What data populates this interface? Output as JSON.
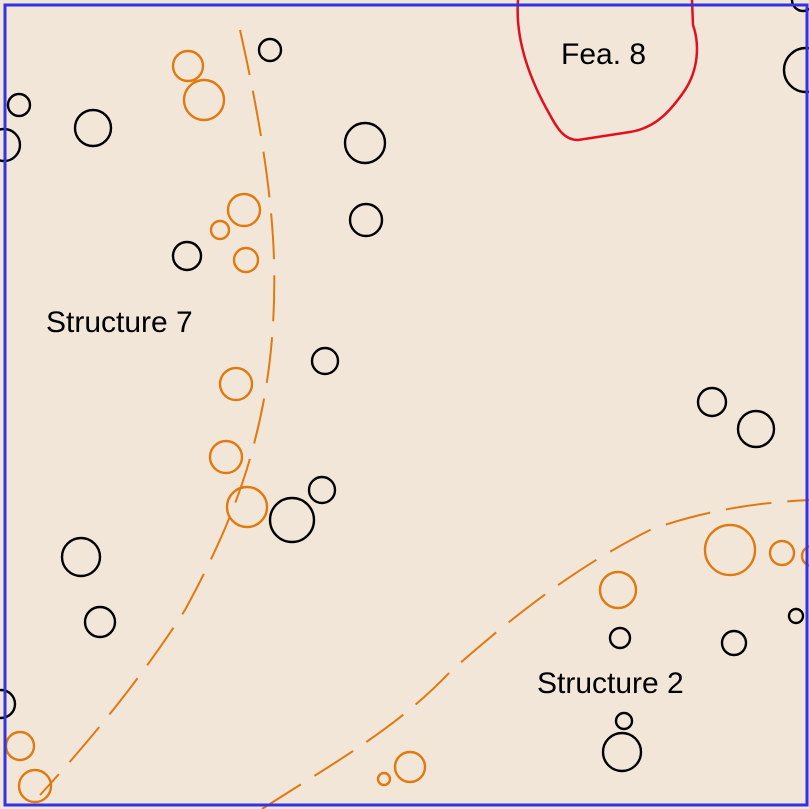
{
  "map": {
    "labels": {
      "structure_7": "Structure 7",
      "structure_2": "Structure 2",
      "feature_8": "Fea. 8"
    },
    "colors": {
      "background": "#F2E6D8",
      "frame": "#3333E6",
      "black_postholes": "#000000",
      "structure_postholes": "#E07A10",
      "structure_outline": "#E07A10",
      "feature_outline": "#E01020"
    },
    "legend": []
  }
}
